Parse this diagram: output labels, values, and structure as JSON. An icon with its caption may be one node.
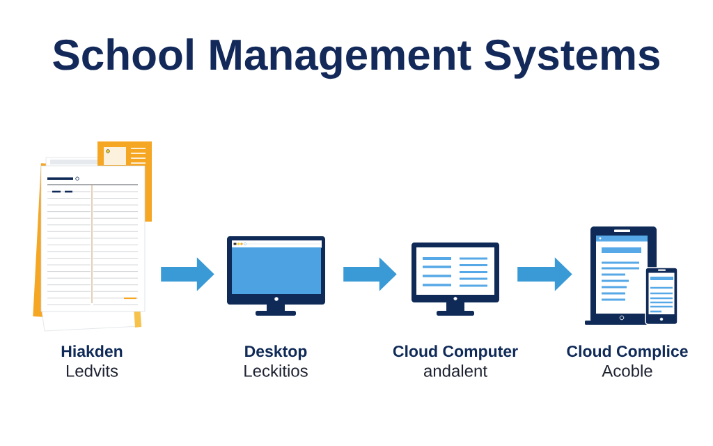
{
  "diagram": {
    "title": "School Management Systems",
    "nodes": [
      {
        "text": [
          "Hiakden",
          "Ledvits"
        ]
      },
      {
        "text": [
          "Desktop",
          "Leckitios"
        ]
      },
      {
        "text": [
          "Cloud Computer",
          "andalent"
        ]
      },
      {
        "text": [
          "Cloud Complice",
          "Acoble"
        ]
      }
    ],
    "edges": [
      {
        "from": 0,
        "to": 1,
        "arrow": "to"
      },
      {
        "from": 1,
        "to": 2,
        "arrow": "to"
      },
      {
        "from": 2,
        "to": 3,
        "arrow": "to"
      }
    ]
  }
}
